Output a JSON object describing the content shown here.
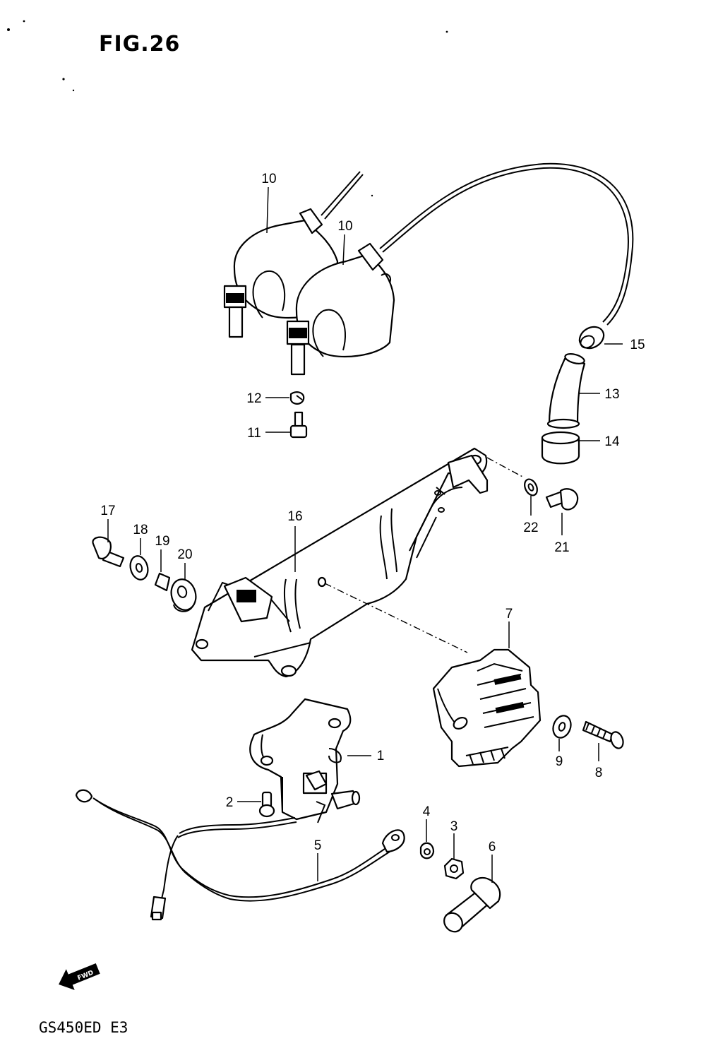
{
  "figure_title": "FIG.26",
  "model_code": "GS450ED E3",
  "fwd_label": "FWD",
  "callouts": {
    "c1": "1",
    "c2": "2",
    "c3": "3",
    "c4": "4",
    "c5": "5",
    "c6": "6",
    "c7": "7",
    "c8": "8",
    "c9": "9",
    "c10a": "10",
    "c10b": "10",
    "c11": "11",
    "c12": "12",
    "c13": "13",
    "c14": "14",
    "c15": "15",
    "c16": "16",
    "c17": "17",
    "c18": "18",
    "c19": "19",
    "c20": "20",
    "c21": "21",
    "c22": "22"
  }
}
